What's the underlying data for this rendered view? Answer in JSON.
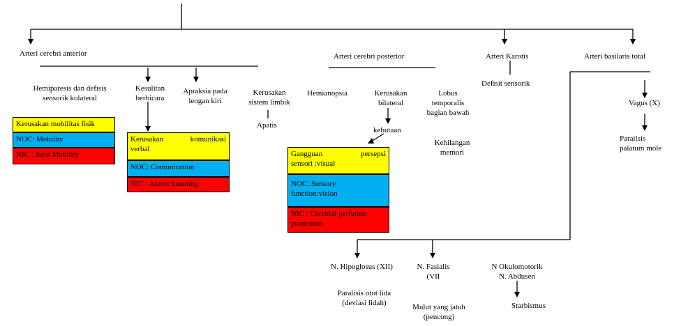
{
  "colors": {
    "diagnosis": "#ffff00",
    "noc": "#00b0f0",
    "nic": "#ff0000"
  },
  "arteries": {
    "anterior": "Arteri cerebri anterior",
    "posterior": "Arteri cerebri posterior",
    "karotis": "Arteri Karotis",
    "basilaris": "Arteri basilaris total"
  },
  "anterior": {
    "hemiparesis": [
      "Hemiparesis dan defisis",
      "sensorik kolateral"
    ],
    "kesulitan": [
      "Kesulitan",
      "berbicara"
    ],
    "apraksia": [
      "Apraksia pada",
      "lengan kiri"
    ],
    "limbik": [
      "Kerusakan",
      "sistem limbik"
    ],
    "apatis": "Apatis",
    "box1": {
      "diagnosis": "Kerusakan mobilitas fisik",
      "noc": "NOC: Mobility",
      "nic": "NIC : Joint Mobility"
    },
    "box2": {
      "diagnosis_l1_a": "Kerusakan",
      "diagnosis_l1_b": "komunikasi",
      "diagnosis_l2": "verbal",
      "noc": "NOC: Comunication",
      "nic": "NIC : Active listening"
    }
  },
  "posterior": {
    "hemianopsia": "Hemianopsia",
    "bilateral": [
      "Kerusakan",
      "bilateral"
    ],
    "kebutaan": "kebutaan",
    "lobus": [
      "Lobus",
      "temporalis",
      "bagian bawah"
    ],
    "memori": [
      "Kehilangan",
      "memori"
    ],
    "box3": {
      "diagnosis_l1_a": "Gangguan",
      "diagnosis_l1_b": "persepsi",
      "diagnosis_l2": "sensori  :visual",
      "noc_l1": "NOC: Sensory",
      "noc_l2": "function:vision",
      "nic_l1": "NIC : Cerebral perfution",
      "nic_l2": "promotion"
    }
  },
  "karotis": {
    "defisit": "Defisit sensorik"
  },
  "basilaris": {
    "vagus": "Vagus (X)",
    "paralisis": [
      "Parailsis",
      "palatum mole"
    ],
    "hipoglosus": "N. Hipoglosus (XII)",
    "hipoglosus_effect": [
      "Paralisis otot lida",
      "(deviasi lidah)"
    ],
    "fasialis": [
      "N. Fasialis",
      "(VII"
    ],
    "fasialis_effect": [
      "Mulut yang jatuh",
      "(pencong)"
    ],
    "okulomotorik": [
      "N Okulomotorik",
      "N. Abdusen"
    ],
    "okulo_effect": "Starbismus"
  }
}
